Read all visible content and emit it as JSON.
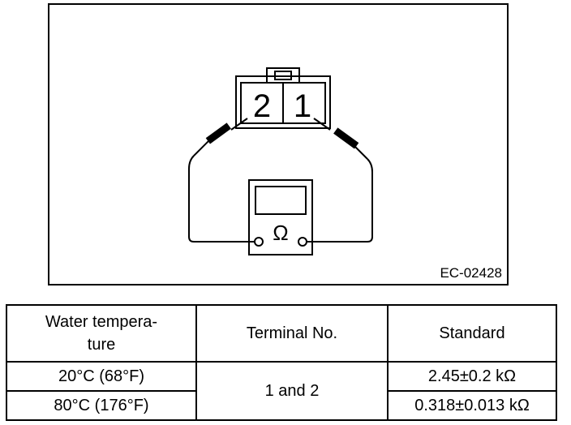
{
  "figure": {
    "code": "EC-02428",
    "terminal_left": "2",
    "terminal_right": "1",
    "meter_symbol": "Ω"
  },
  "table": {
    "headers": [
      "Water tempera-ture",
      "Terminal No.",
      "Standard"
    ],
    "header_water_line1": "Water tempera-",
    "header_water_line2": "ture",
    "terminal_no": "1 and 2",
    "rows": [
      {
        "temperature": "20°C (68°F)",
        "standard": "2.45±0.2 kΩ"
      },
      {
        "temperature": "80°C (176°F)",
        "standard": "0.318±0.013 kΩ"
      }
    ]
  }
}
